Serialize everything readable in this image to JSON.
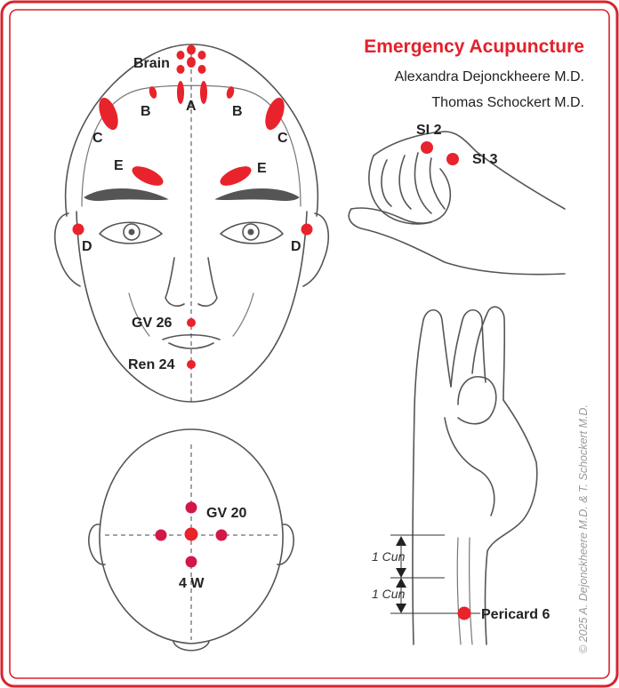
{
  "title": "Emergency Acupuncture",
  "authors": [
    "Alexandra Dejonckheere M.D.",
    "Thomas Schockert M.D."
  ],
  "copyright": "© 2025 A. Dejonckheere M.D. & T. Schockert M.D.",
  "colors": {
    "accent": "#e3202a",
    "frame": "#d9232c",
    "point": "#e8232b",
    "point_magenta": "#d11848",
    "line": "#555555"
  },
  "face": {
    "labels": {
      "brain": "Brain",
      "a": "A",
      "b_left": "B",
      "b_right": "B",
      "c_left": "C",
      "c_right": "C",
      "d_left": "D",
      "d_right": "D",
      "e_left": "E",
      "e_right": "E",
      "gv26": "GV 26",
      "ren24": "Ren 24"
    }
  },
  "hand_fist": {
    "labels": {
      "si2": "SI 2",
      "si3": "SI 3"
    }
  },
  "head_top": {
    "labels": {
      "gv20": "GV 20",
      "four_w": "4 W"
    }
  },
  "wrist": {
    "cun_labels": [
      "1 Cun",
      "1 Cun"
    ],
    "pericard6": "Pericard 6"
  }
}
